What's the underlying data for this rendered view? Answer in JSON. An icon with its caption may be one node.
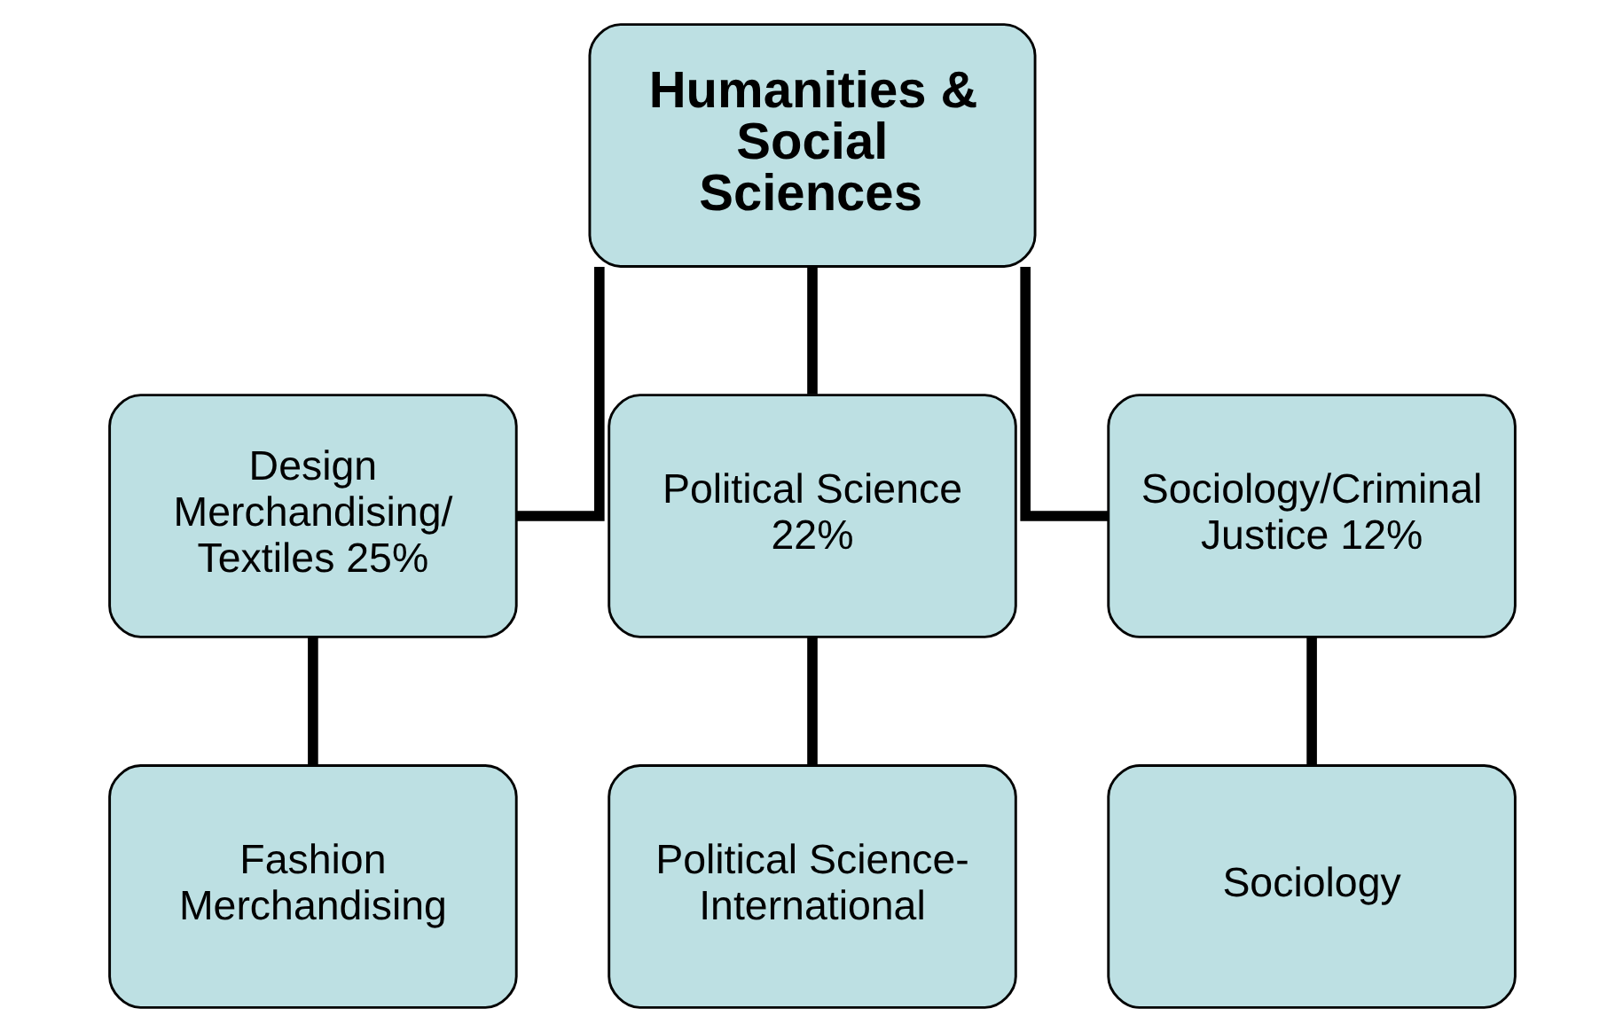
{
  "diagram": {
    "nodes": [
      {
        "text": [
          "Humanities & Social Sciences"
        ]
      },
      {
        "text": [
          "Design Merchandising/ Textiles 25%"
        ]
      },
      {
        "text": [
          "Political Science 22%"
        ]
      },
      {
        "text": [
          "Sociology/Criminal Justice 12%"
        ]
      },
      {
        "text": [
          "Fashion Merchandising"
        ]
      },
      {
        "text": [
          "Political Science- International"
        ]
      },
      {
        "text": [
          "Sociology"
        ]
      }
    ],
    "edges": [
      {
        "from": 0,
        "to": 1,
        "arrow": "none"
      },
      {
        "from": 0,
        "to": 2,
        "arrow": "none"
      },
      {
        "from": 0,
        "to": 3,
        "arrow": "none"
      },
      {
        "from": 1,
        "to": 4,
        "arrow": "none"
      },
      {
        "from": 2,
        "to": 5,
        "arrow": "none"
      },
      {
        "from": 3,
        "to": 6,
        "arrow": "none"
      }
    ]
  }
}
